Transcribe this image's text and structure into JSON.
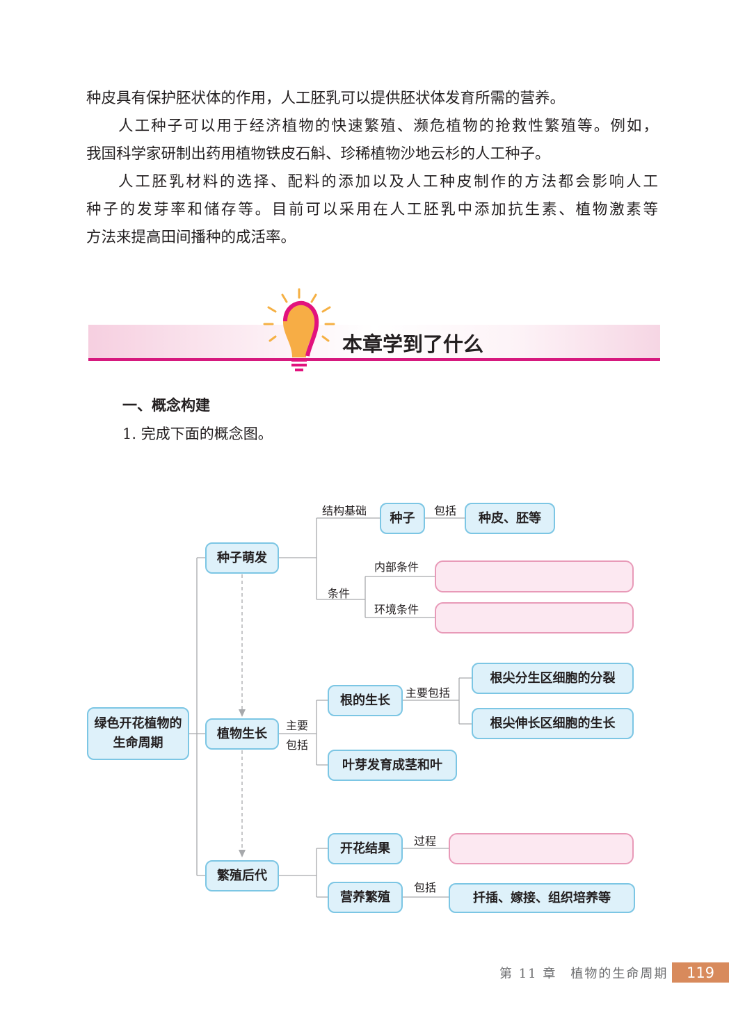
{
  "paragraphs": {
    "l1": "种皮具有保护胚状体的作用，人工胚乳可以提供胚状体发育所需的营养。",
    "l2": "人工种子可以用于经济植物的快速繁殖、濒危植物的抢救性繁殖等。例如，",
    "l3": "我国科学家研制出药用植物铁皮石斛、珍稀植物沙地云杉的人工种子。",
    "l4": "人工胚乳材料的选择、配料的添加以及人工种皮制作的方法都会影响人工",
    "l5": "种子的发芽率和储存等。目前可以采用在人工胚乳中添加抗生素、植物激素等",
    "l6": "方法来提高田间播种的成活率。"
  },
  "banner": {
    "title": "本章学到了什么"
  },
  "section": {
    "heading": "一、概念构建",
    "task": "1. 完成下面的概念图。"
  },
  "diagram": {
    "root": "绿色开花植物的生命周期",
    "germination": "种子萌发",
    "seed": "种子",
    "seed_parts": "种皮、胚等",
    "label_structure": "结构基础",
    "label_include1": "包括",
    "label_condition": "条件",
    "label_internal": "内部条件",
    "label_environment": "环境条件",
    "growth": "植物生长",
    "label_main": "主要",
    "label_include2": "包括",
    "root_growth": "根的生长",
    "label_main_include": "主要包括",
    "root_division": "根尖分生区细胞的分裂",
    "root_elongation": "根尖伸长区细胞的生长",
    "bud": "叶芽发育成茎和叶",
    "reproduction": "繁殖后代",
    "flowering": "开花结果",
    "label_process": "过程",
    "vegetative": "营养繁殖",
    "label_include3": "包括",
    "vegetative_methods": "扦插、嫁接、组织培养等"
  },
  "footer": {
    "chapter": "第 11 章　植物的生命周期",
    "page": "119"
  },
  "colors": {
    "accent": "#d6197e",
    "node_border": "#7cc6e4",
    "node_fill": "#def1fa",
    "blank_border": "#e89ab8",
    "page_badge": "#d88a5c"
  }
}
